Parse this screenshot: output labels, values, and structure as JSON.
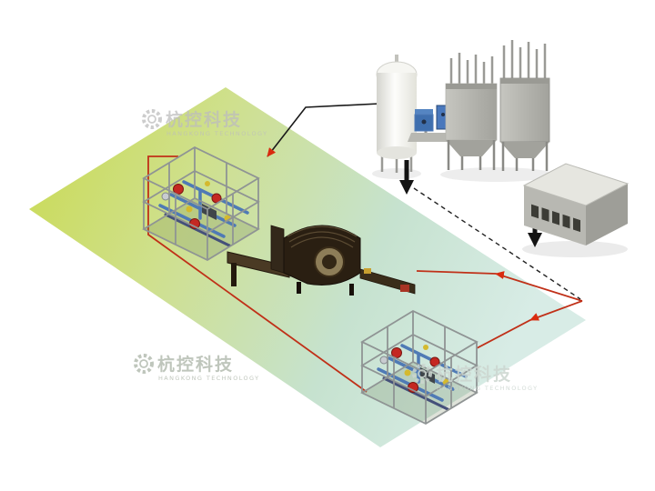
{
  "watermark": {
    "cn": "杭控科技",
    "en": "HANGKONG TECHNOLOGY"
  },
  "colors": {
    "floor_yellow": "#c9da4f",
    "floor_green": "#cfe08e",
    "floor_mint": "#c6e2cf",
    "floor_teal": "#d8ece6",
    "flow_black": "#1a1a1a",
    "flow_red": "#c03018",
    "arrow_red": "#d92b0f",
    "tank_white": "#fdfdfb",
    "silo_gray": "#b2b2ac",
    "building_gray": "#b8b8b2",
    "machine_brown": "#2a1f12",
    "pipe_blue": "#4f7ab5",
    "pump_red": "#c42822",
    "valve_yellow": "#d4b92e",
    "frame_gray": "#8f9494",
    "watermark_gray": "#bdbdbd"
  },
  "components": {
    "floor_plane": "floor-plane",
    "left_skid": "left-piping-skid",
    "right_skid": "right-piping-skid",
    "machine": "central-processing-machine",
    "tank": "vertical-storage-tank",
    "pumps": "blue-pump-units",
    "silos": "silo-hoppers",
    "building": "control-building",
    "flow": "flow-lines"
  }
}
